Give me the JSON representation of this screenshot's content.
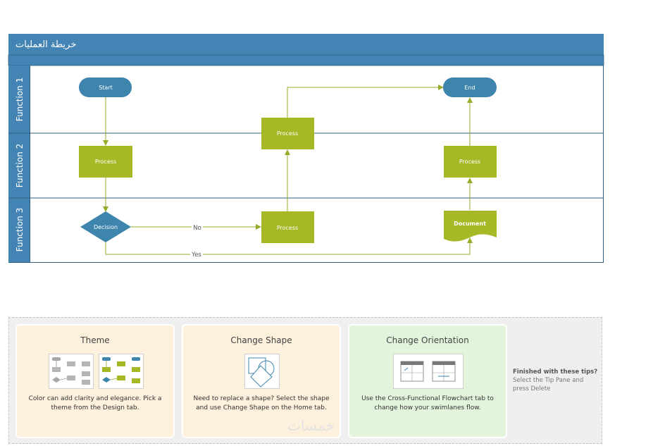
{
  "diagram": {
    "title": "خريطة العمليات",
    "lanes": [
      "Function 1",
      "Function 2",
      "Function 3"
    ],
    "nodes": {
      "start": "Start",
      "end": "End",
      "process_f2_left": "Process",
      "process_f1f2_mid": "Process",
      "process_f3_mid": "Process",
      "process_f2_right": "Process",
      "decision": "Decision",
      "document": "Document"
    },
    "edge_labels": {
      "no": "No",
      "yes": "Yes"
    },
    "colors": {
      "header": "#4484b4",
      "process": "#a6b826",
      "terminal": "#3e85ad",
      "connector": "#9aaa2a",
      "border": "#2f5f7f"
    }
  },
  "tips": {
    "cards": [
      {
        "title": "Theme",
        "body": "Color can add clarity and elegance. Pick a theme from the Design tab.",
        "bg": "#fdf0dc"
      },
      {
        "title": "Change Shape",
        "body": "Need to replace a shape? Select the shape and use Change Shape on the Home tab.",
        "bg": "#fdf0dc"
      },
      {
        "title": "Change Orientation",
        "body": "Use the Cross-Functional Flowchart tab to change how your swimlanes flow.",
        "bg": "#e3f4dc"
      }
    ],
    "finished_title": "Finished with these tips?",
    "finished_body": "Select the Tip Pane and press Delete"
  },
  "watermark": "خمسات"
}
